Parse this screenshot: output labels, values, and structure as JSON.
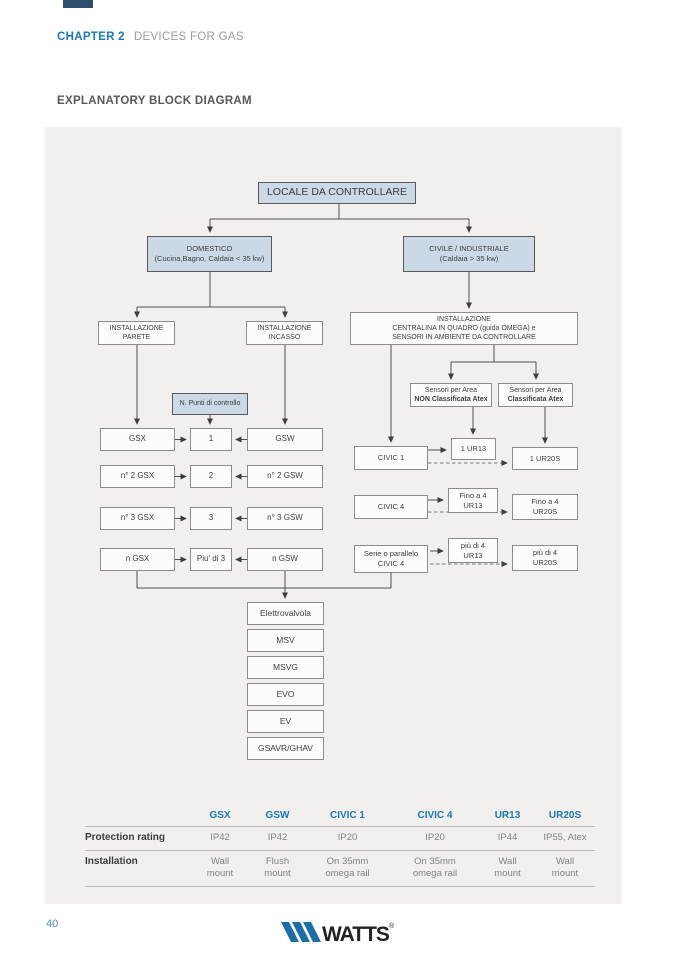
{
  "header": {
    "chapter_label": "CHAPTER 2",
    "chapter_title": "DEVICES FOR GAS",
    "section_title": "EXPLANATORY BLOCK DIAGRAM"
  },
  "colors": {
    "accent_blue": "#1879b6",
    "box_blue_fill": "#cbd9e6",
    "panel_bg": "#f1f0ee"
  },
  "diagram": {
    "root": "LOCALE DA CONTROLLARE",
    "domestico": "DOMESTICO\n(Cucina,Bagno, Caldaia < 35 kw)",
    "civile": "CIVILE / INDUSTRIALE\n(Caldaia > 35 kw)",
    "parete": "INSTALLAZIONE\nPARETE",
    "incasso": "INSTALLAZIONE\nINCASSO",
    "centralina": "INSTALLAZIONE\nCENTRALINA IN QUADRO (guida OMEGA) e\nSENSORI IN AMBIENTE DA CONTROLLARE",
    "sensori_non_l1": "Sensori per Area",
    "sensori_non_l2": "NON Classificata Atex",
    "sensori_atex_l1": "Sensori per Area",
    "sensori_atex_l2": "Classificata Atex",
    "n_punti": "N. Punti di controllo",
    "gsx_rows": [
      "GSX",
      "n° 2 GSX",
      "n° 3 GSX",
      "n GSX"
    ],
    "count_rows": [
      "1",
      "2",
      "3",
      "Piu' di 3"
    ],
    "gsw_rows": [
      "GSW",
      "n° 2 GSW",
      "n° 3 GSW",
      "n GSW"
    ],
    "civic_rows": [
      "CIVIC 1",
      "CIVIC 4",
      "Serie o parallelo\nCIVIC 4"
    ],
    "ur13_rows": [
      "1 UR13",
      "Fino a 4\nUR13",
      "più di 4\nUR13"
    ],
    "ur20s_rows": [
      "1 UR20S",
      "Fino a 4\nUR20S",
      "più di 4\nUR20S"
    ],
    "valves": [
      "Elettrovalvola",
      "MSV",
      "MSVG",
      "EVO",
      "EV",
      "GSAVR/GHAV"
    ]
  },
  "table": {
    "columns": [
      "GSX",
      "GSW",
      "CIVIC 1",
      "CIVIC 4",
      "UR13",
      "UR20S"
    ],
    "rows": [
      {
        "label": "Protection rating",
        "values": [
          "IP42",
          "IP42",
          "IP20",
          "IP20",
          "IP44",
          "IP55, Atex"
        ]
      },
      {
        "label": "Installation",
        "values": [
          "Wall\nmount",
          "Flush\nmount",
          "On 35mm\nomega rail",
          "On 35mm\nomega rail",
          "Wall\nmount",
          "Wall\nmount"
        ]
      }
    ]
  },
  "footer": {
    "page_number": "40",
    "logo_text": "WATTS",
    "logo_reg": "®"
  }
}
